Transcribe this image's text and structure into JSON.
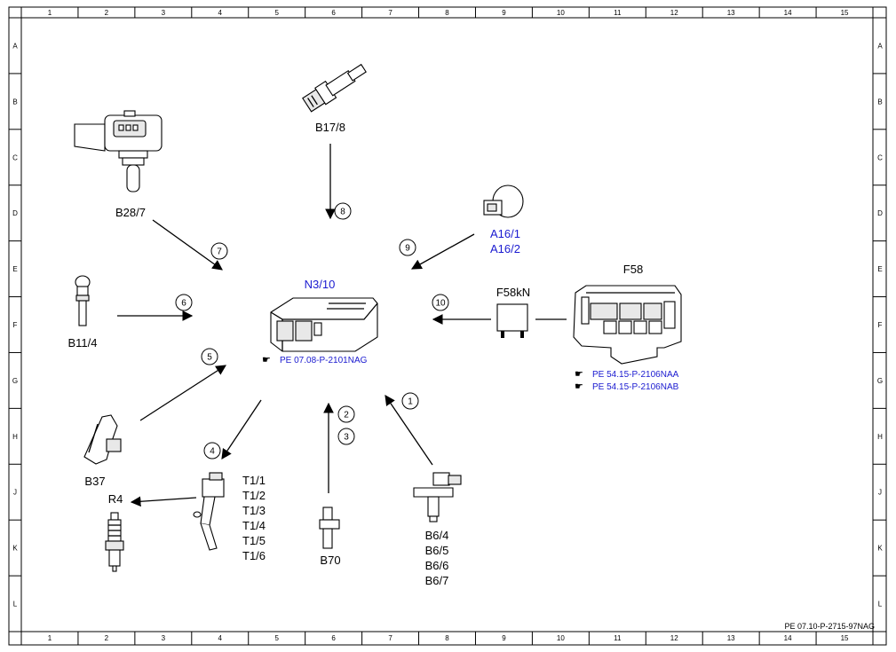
{
  "frame": {
    "columns": [
      "1",
      "2",
      "3",
      "4",
      "5",
      "6",
      "7",
      "8",
      "9",
      "10",
      "11",
      "12",
      "13",
      "14",
      "15"
    ],
    "rows": [
      "A",
      "B",
      "C",
      "D",
      "E",
      "F",
      "G",
      "H",
      "J",
      "K",
      "L"
    ],
    "footer_code": "PE 07.10-P-2715-97NAG"
  },
  "components": {
    "b17_8": "B17/8",
    "b28_7": "B28/7",
    "a16_1": "A16/1",
    "a16_2": "A16/2",
    "f58": "F58",
    "f58kn": "F58kN",
    "n3_10": "N3/10",
    "b11_4": "B11/4",
    "b37": "B37",
    "r4": "R4",
    "t1": [
      "T1/1",
      "T1/2",
      "T1/3",
      "T1/4",
      "T1/5",
      "T1/6"
    ],
    "b70": "B70",
    "b6": [
      "B6/4",
      "B6/5",
      "B6/6",
      "B6/7"
    ]
  },
  "references": {
    "n3_10_ref": "PE 07.08-P-2101NAG",
    "f58_ref_1": "PE 54.15-P-2106NAA",
    "f58_ref_2": "PE 54.15-P-2106NAB",
    "ref_icon": "pointing-hand-icon"
  },
  "arrow_numbers": [
    "1",
    "2",
    "3",
    "4",
    "5",
    "6",
    "7",
    "8",
    "9",
    "10"
  ],
  "colors": {
    "line": "#000000",
    "link_blue": "#1a1ad0"
  }
}
